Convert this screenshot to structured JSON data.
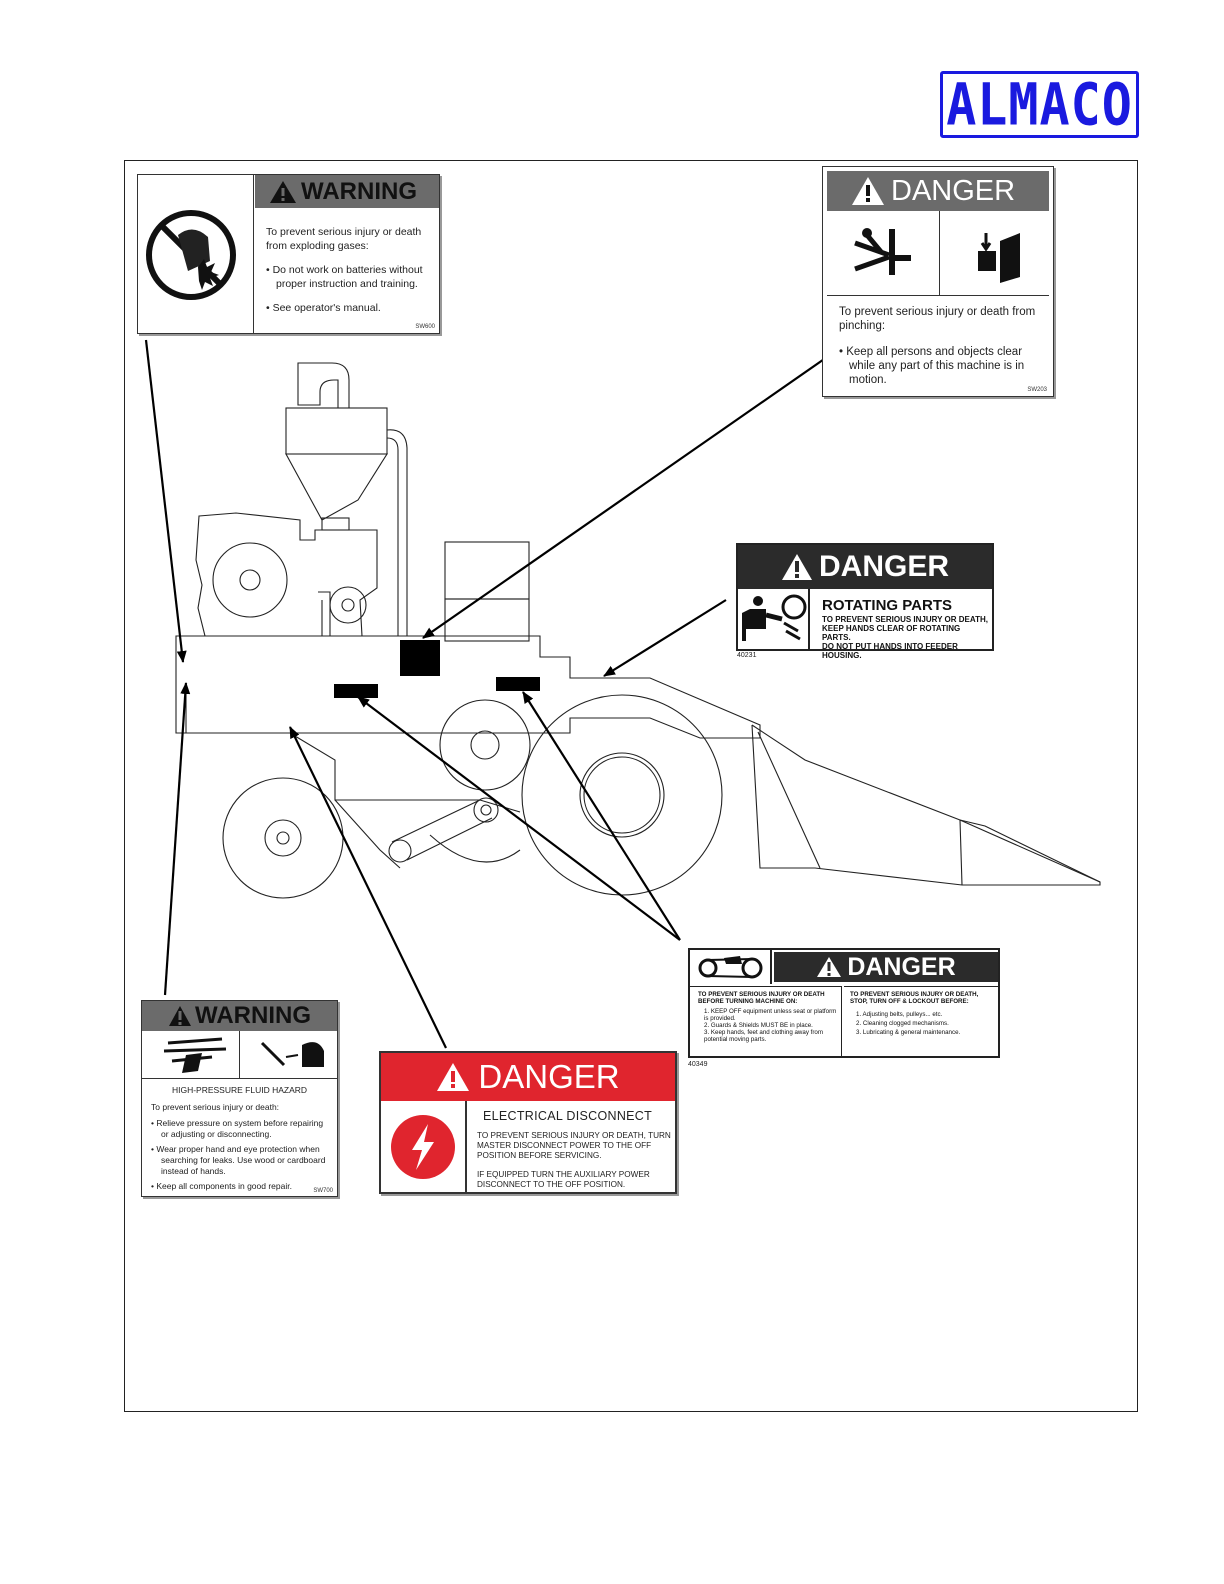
{
  "logo": {
    "text": "ALMACO"
  },
  "decals": {
    "battery_warning": {
      "signal": "WARNING",
      "intro": "To prevent serious injury or death from exploding gases:",
      "bullets": [
        "Do not work on batteries without proper instruction and training.",
        "See operator's manual."
      ],
      "code": "SW600"
    },
    "pinch_danger": {
      "signal": "DANGER",
      "intro": "To prevent serious injury or death from pinching:",
      "bullets": [
        "Keep all persons and objects clear while any part of this machine is in motion."
      ],
      "code": "SW203"
    },
    "rotating_danger": {
      "signal": "DANGER",
      "title": "ROTATING PARTS",
      "lines": [
        "TO PREVENT SERIOUS INJURY OR DEATH,",
        "KEEP HANDS CLEAR OF ROTATING PARTS.",
        "DO NOT PUT HANDS INTO FEEDER HOUSING."
      ],
      "code": "40231"
    },
    "belt_danger": {
      "signal": "DANGER",
      "left_head": "TO PREVENT SERIOUS INJURY OR DEATH BEFORE TURNING MACHINE ON:",
      "left_items": [
        "1. KEEP OFF equipment unless seat or platform is provided.",
        "2. Guards & Shields MUST BE in place.",
        "3. Keep hands, feet and clothing away from potential moving parts."
      ],
      "right_head": "TO PREVENT SERIOUS INJURY OR DEATH, STOP, TURN OFF & LOCKOUT BEFORE:",
      "right_items": [
        "1. Adjusting belts, pulleys... etc.",
        "2. Cleaning clogged mechanisms.",
        "3. Lubricating & general maintenance."
      ],
      "code": "40349"
    },
    "fluid_warning": {
      "signal": "WARNING",
      "title": "HIGH-PRESSURE FLUID HAZARD",
      "intro": "To prevent serious injury or death:",
      "bullets": [
        "Relieve pressure on system before repairing or adjusting or disconnecting.",
        "Wear proper hand and eye protection when searching for leaks. Use wood or cardboard instead of hands.",
        "Keep all components in good repair."
      ],
      "code": "SW700"
    },
    "electrical_danger": {
      "signal": "DANGER",
      "title": "ELECTRICAL DISCONNECT",
      "para1": "TO PREVENT SERIOUS INJURY OR DEATH, TURN MASTER DISCONNECT POWER TO THE OFF POSITION BEFORE SERVICING.",
      "para2": "IF EQUIPPED TURN THE AUXILIARY POWER DISCONNECT TO THE OFF POSITION."
    }
  },
  "colors": {
    "logo_blue": "#1a1adf",
    "danger_red": "#e0252e",
    "header_gray": "#6b6b6b",
    "header_dark": "#2b2b2b"
  }
}
